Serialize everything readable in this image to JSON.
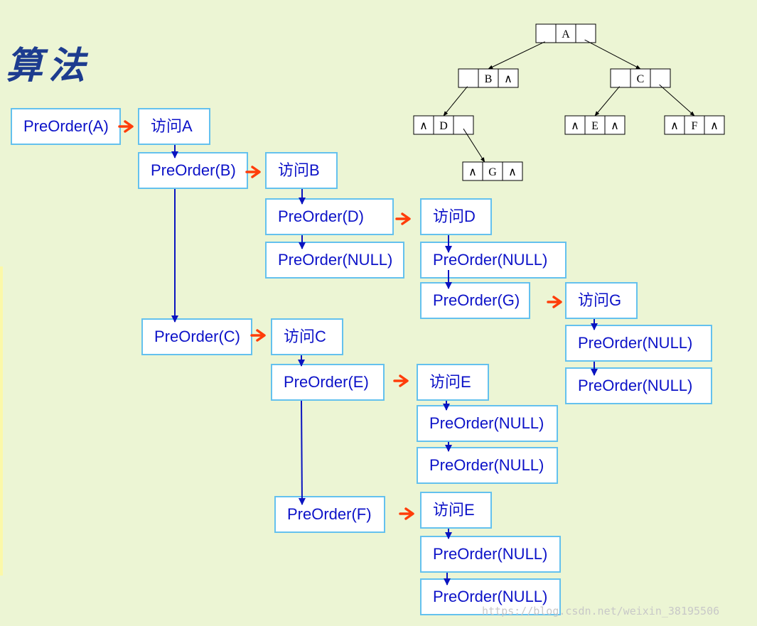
{
  "title": "算法",
  "watermark": "https://blog.csdn.net/weixin_38195506",
  "colors": {
    "box_border": "#64c1ee",
    "box_text": "#0c12c8",
    "flow_arrow": "#0a14c0",
    "call_arrow": "#ff3d0a",
    "background": "#ecf5d4"
  },
  "tree": {
    "null_symbol": "∧",
    "nodes": [
      {
        "id": "A",
        "left": "",
        "right": ""
      },
      {
        "id": "B",
        "left": "",
        "right": "∧"
      },
      {
        "id": "C",
        "left": "",
        "right": ""
      },
      {
        "id": "D",
        "left": "∧",
        "right": ""
      },
      {
        "id": "E",
        "left": "∧",
        "right": "∧"
      },
      {
        "id": "F",
        "left": "∧",
        "right": "∧"
      },
      {
        "id": "G",
        "left": "∧",
        "right": "∧"
      }
    ],
    "edges": [
      [
        "A",
        "B"
      ],
      [
        "A",
        "C"
      ],
      [
        "B",
        "D"
      ],
      [
        "D",
        "G"
      ],
      [
        "C",
        "E"
      ],
      [
        "C",
        "F"
      ]
    ]
  },
  "trace": {
    "boxes": [
      {
        "id": "pA",
        "label": "PreOrder(A)"
      },
      {
        "id": "vA",
        "label": "访问A"
      },
      {
        "id": "pB",
        "label": "PreOrder(B)"
      },
      {
        "id": "vB",
        "label": "访问B"
      },
      {
        "id": "pD",
        "label": "PreOrder(D)"
      },
      {
        "id": "vD",
        "label": "访问D"
      },
      {
        "id": "pN1",
        "label": "PreOrder(NULL)"
      },
      {
        "id": "pN2",
        "label": "PreOrder(NULL)"
      },
      {
        "id": "pG",
        "label": "PreOrder(G)"
      },
      {
        "id": "vG",
        "label": "访问G"
      },
      {
        "id": "pN3",
        "label": "PreOrder(NULL)"
      },
      {
        "id": "pN4",
        "label": "PreOrder(NULL)"
      },
      {
        "id": "pC",
        "label": "PreOrder(C)"
      },
      {
        "id": "vC",
        "label": "访问C"
      },
      {
        "id": "pE",
        "label": "PreOrder(E)"
      },
      {
        "id": "vE",
        "label": "访问E"
      },
      {
        "id": "pN5",
        "label": "PreOrder(NULL)"
      },
      {
        "id": "pN6",
        "label": "PreOrder(NULL)"
      },
      {
        "id": "pF",
        "label": "PreOrder(F)"
      },
      {
        "id": "vF",
        "label": "访问E"
      },
      {
        "id": "pN7",
        "label": "PreOrder(NULL)"
      },
      {
        "id": "pN8",
        "label": "PreOrder(NULL)"
      }
    ]
  }
}
